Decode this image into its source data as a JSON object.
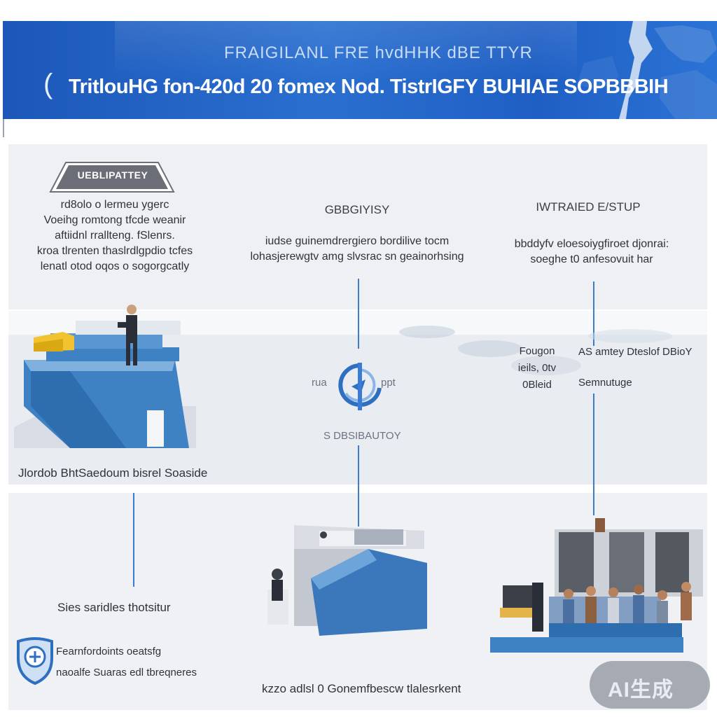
{
  "banner": {
    "subtitle": "FRAIGILANL  FRE  hvdHHK dBE  TTYR",
    "title": "TritlouHG fon-420d 20 fomex Nod. TistrIGFY BUHIAE SOPBBBIH",
    "paren": "("
  },
  "left_column": {
    "badge": "UEBLIPATTEY",
    "text_lines": [
      "rd8olo o lermeu ygerc",
      "Voeihg romtong tfcde weanir",
      "aftiidnl rrallteng. fSlenrs.",
      "kroa tlrenten thaslrdlgpdio tcfes",
      "lenatl otod oqos o sogorgcatly"
    ],
    "caption": "Jlordob BhtSaedoum bisrel Soaside"
  },
  "center_column": {
    "heading": "GBBGIYISY",
    "text_lines": [
      "iudse guinemdrergiero bordilive tocm",
      "lohasjerewgtv amg slvsrac sn geainorhsing"
    ],
    "hub_left": "ruа",
    "hub_right": "ppt",
    "hub_caption": "S DBSIBAUTOY",
    "caption": "kzzo adlsl 0 Gonemfbescw tlalesrkent"
  },
  "right_column": {
    "heading": "IWTRAIED E/STUP",
    "text_lines": [
      "bbddyfv eloesoiygfiroet djonrai:",
      "soeghe t0  anfesovuit har"
    ],
    "label_a_lines": [
      "Fougon",
      "ieils, 0tv",
      "0Bleid"
    ],
    "label_b": "AS amtey Dteslof DBioY",
    "label_c": "Semnutuge"
  },
  "bottom_left": {
    "label": "Sies saridles thotsitur",
    "text_lines": [
      "Fearnfordoints oeatsfg",
      "naoalfe Suaras edl tbreqneres"
    ]
  },
  "watermark": {
    "text": "AI生成"
  },
  "colors": {
    "banner_blue": "#2a6fd0",
    "connector_blue": "#3a7bd5",
    "machine_blue": "#3f82c4",
    "panel_gray": "#eef0f4"
  },
  "icons": [
    "world-map-graphic",
    "hub-logo-icon",
    "shield-icon"
  ]
}
